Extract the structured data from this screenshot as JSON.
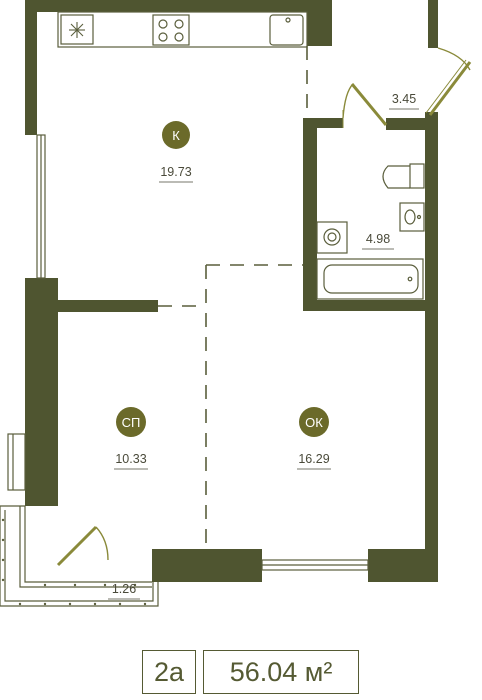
{
  "rooms": {
    "kitchen": {
      "badge": "К",
      "area": "19.73"
    },
    "hall": {
      "area": "3.45"
    },
    "bathroom": {
      "area": "4.98"
    },
    "bedroom": {
      "badge": "СП",
      "area": "10.33"
    },
    "living": {
      "badge": "ОК",
      "area": "16.29"
    },
    "balcony": {
      "area": "1.26"
    }
  },
  "apartment": {
    "type": "2a",
    "total_area": "56.04 м²"
  },
  "colors": {
    "wall": "#4f5530",
    "line": "#5a5e3c",
    "badge": "#6b6a2a",
    "accent": "#8a8a3a"
  }
}
